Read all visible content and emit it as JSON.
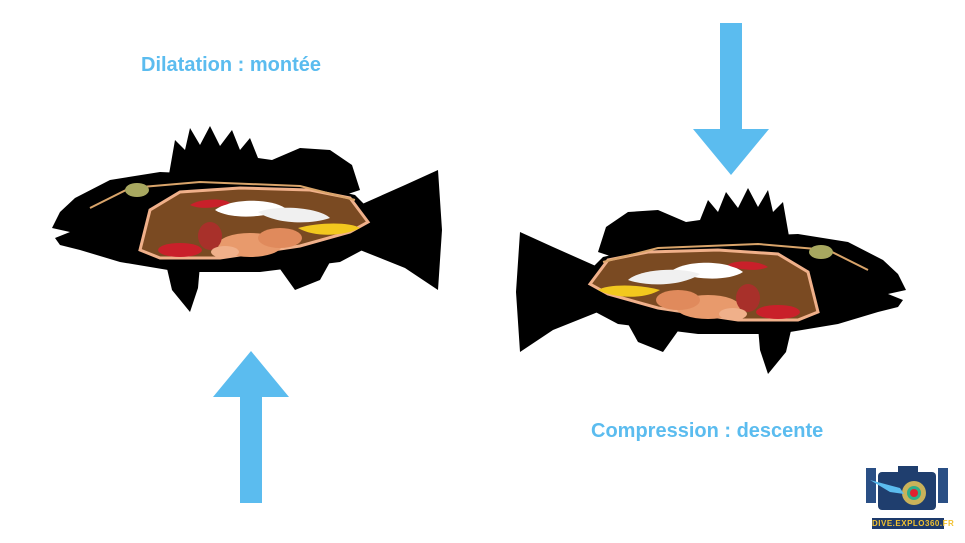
{
  "labels": {
    "ascent": "Dilatation : montée",
    "descent": "Compression : descente"
  },
  "logo": {
    "text": "DIVE.EXPLO360.FR"
  },
  "colors": {
    "arrow": "#5bbcef",
    "label": "#5bbcef",
    "fish": "#000000"
  }
}
